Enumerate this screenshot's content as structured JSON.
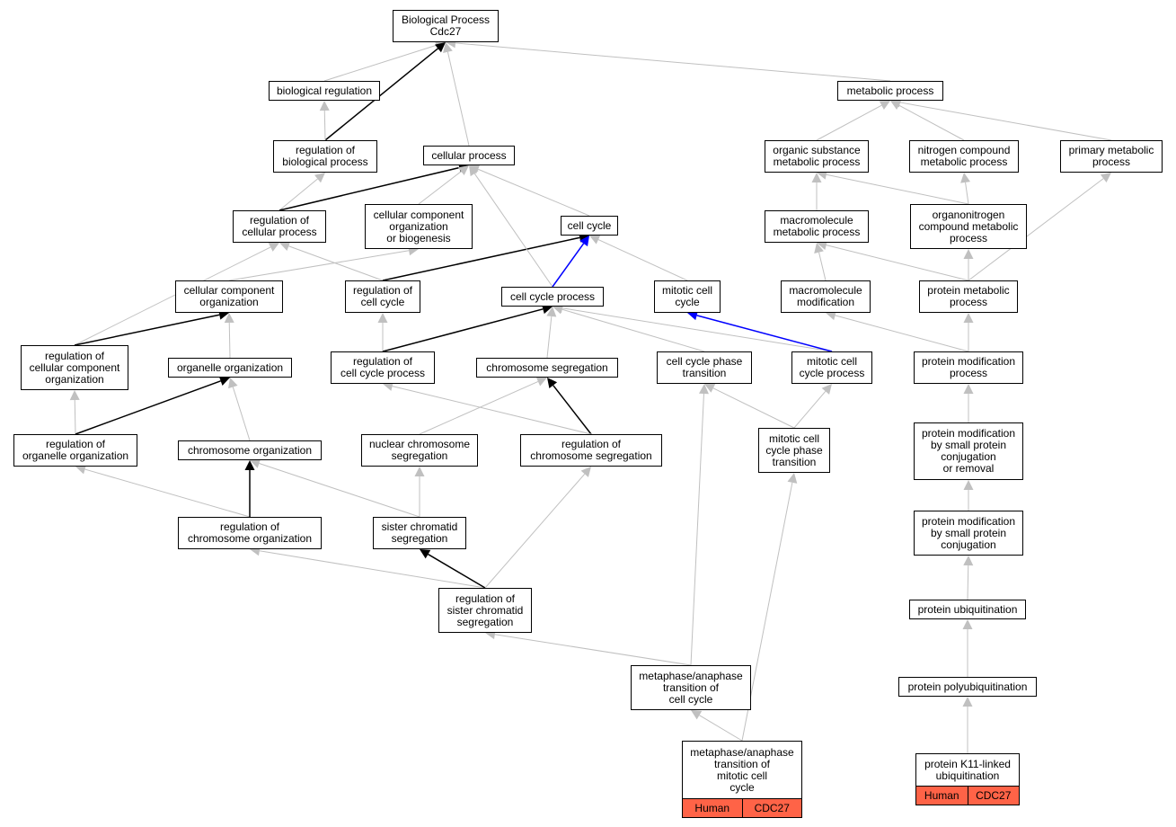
{
  "nodes": {
    "bp": "Biological Process\nCdc27",
    "bioreg": "biological regulation",
    "metab": "metabolic process",
    "regbio": "regulation of\nbiological process",
    "cellproc": "cellular process",
    "orgsub": "organic substance\nmetabolic process",
    "nitro": "nitrogen compound\nmetabolic process",
    "primary": "primary metabolic\nprocess",
    "regcell": "regulation of\ncellular process",
    "ccob": "cellular component\norganization\nor biogenesis",
    "cellcycle": "cell cycle",
    "macromet": "macromolecule\nmetabolic process",
    "orgnitro": "organonitrogen\ncompound metabolic\nprocess",
    "ccorg": "cellular component\norganization",
    "regcc": "regulation of\ncell cycle",
    "ccproc": "cell cycle process",
    "mitcc": "mitotic cell\ncycle",
    "macromod": "macromolecule\nmodification",
    "protmet": "protein metabolic\nprocess",
    "regccorg": "regulation of\ncellular component\norganization",
    "orgorg": "organelle organization",
    "regccp": "regulation of\ncell cycle process",
    "chromseg": "chromosome segregation",
    "ccpt": "cell cycle phase\ntransition",
    "mitccp": "mitotic cell\ncycle process",
    "protmod": "protein modification\nprocess",
    "regorg": "regulation of\norganelle organization",
    "chromorg": "chromosome organization",
    "nucseg": "nuclear chromosome\nsegregation",
    "regchromseg": "regulation of\nchromosome segregation",
    "mitccpt": "mitotic cell\ncycle phase\ntransition",
    "protmodsmall": "protein modification\nby small protein\nconjugation\nor removal",
    "regchromorg": "regulation of\nchromosome organization",
    "sister": "sister chromatid\nsegregation",
    "protmodconj": "protein modification\nby small protein\nconjugation",
    "regsister": "regulation of\nsister chromatid\nsegregation",
    "protubq": "protein ubiquitination",
    "metana": "metaphase/anaphase\ntransition of\ncell cycle",
    "protpoly": "protein polyubiquitination",
    "metanamit": "metaphase/anaphase\ntransition of\nmitotic cell\ncycle",
    "k11": "protein K11-linked\nubiquitination"
  },
  "annotations": {
    "metanamit": [
      "Human",
      "CDC27"
    ],
    "k11": [
      "Human",
      "CDC27"
    ]
  },
  "colors": {
    "edge_default": "#c0c0c0",
    "edge_regulation": "#000000",
    "edge_highlight": "#0000ff",
    "annotation_fill": "#ff6347"
  }
}
